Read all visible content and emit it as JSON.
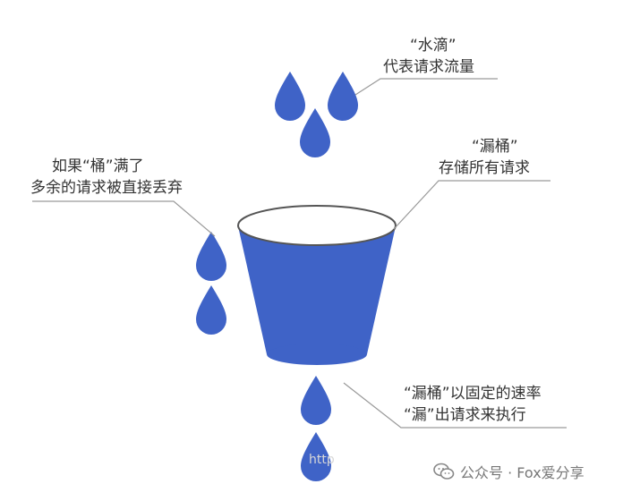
{
  "labels": {
    "water_title": "“水滴”",
    "water_desc": "代表请求流量",
    "overflow_line1": "如果“桶”满了",
    "overflow_line2": "多余的请求被直接丢弃",
    "bucket_title": "“漏桶”",
    "bucket_desc": "存储所有请求",
    "leak_line1": "“漏桶”以固定的速率",
    "leak_line2": "“漏”出请求来执行"
  },
  "watermark": {
    "text": "公众号 · Fox爱分享",
    "icon": "wechat-icon"
  },
  "faint_text": "http",
  "colors": {
    "drop": "#3f63c7",
    "bucket_body": "#3f63c7",
    "bucket_rim": "#ffffff",
    "line": "#9a9a9a",
    "text": "#333333"
  }
}
